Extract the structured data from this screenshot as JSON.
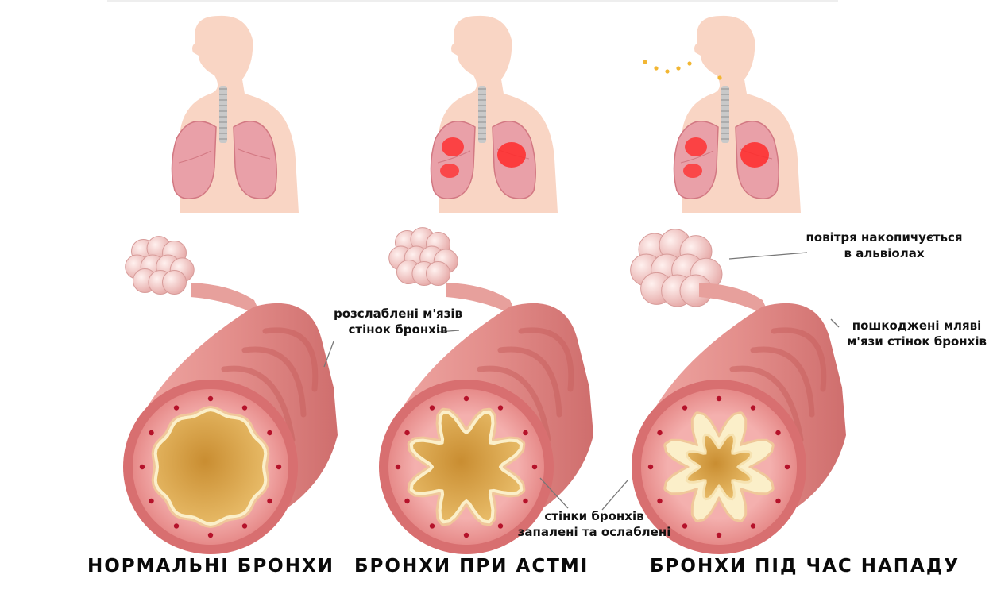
{
  "panels": [
    {
      "title": "НОРМАЛЬНІ БРОНХИ"
    },
    {
      "title": "БРОНХИ ПРИ АСТМІ"
    },
    {
      "title": "БРОНХИ ПІД ЧАС НАПАДУ"
    }
  ],
  "annotations": {
    "relaxed_muscles": {
      "line1": "розслаблені м'язів",
      "line2": "стінок бронхів"
    },
    "inflamed_walls": {
      "line1": "стінки бронхів",
      "line2": "запалені та ослаблені"
    },
    "air_trapped": {
      "line1": "повітря накопичується",
      "line2": "в альвіолах"
    },
    "damaged_muscles": {
      "line1": "пошкоджені мляві",
      "line2": "м'язи стінок бронхів"
    }
  },
  "colors": {
    "skin": "#f9d5c4",
    "lung": "#e9a0a8",
    "lung_dark": "#d27882",
    "inflamed": "#ff2a2a",
    "tube": "#e08a88",
    "tube_ring": "#c9605f",
    "wall": "#f3a7a7",
    "lumen": "#d9a349",
    "mucosa": "#fbefc9",
    "alveoli": "#f6c8c6",
    "particles": "#f2b632"
  }
}
